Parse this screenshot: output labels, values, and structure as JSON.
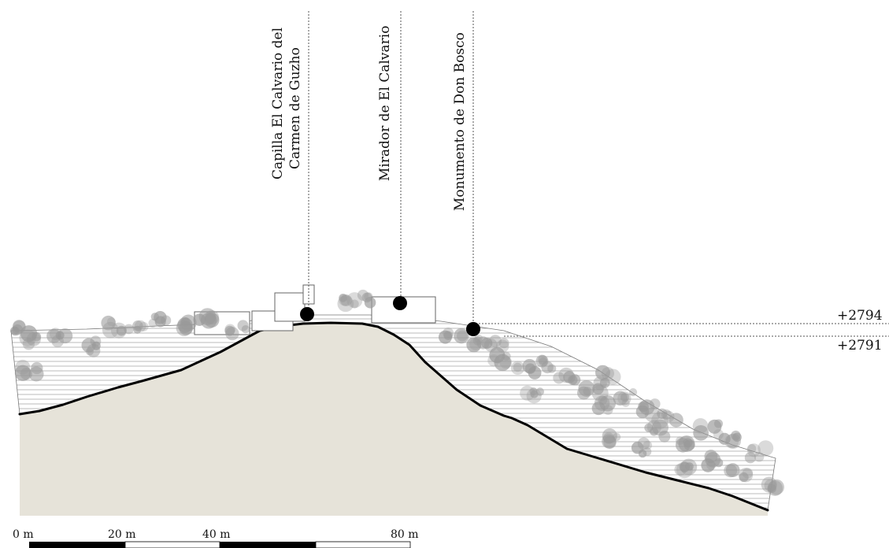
{
  "landmarks": [
    {
      "lines": [
        "Capilla El Calvario del",
        "Carmen de Guzho"
      ]
    },
    {
      "lines": [
        "Mirador de El Calvario"
      ]
    },
    {
      "lines": [
        "Monumento de Don Bosco"
      ]
    }
  ],
  "elevations": [
    "+2794",
    "+2791"
  ],
  "scale_bar": {
    "labels": [
      "0 m",
      "20 m",
      "40 m",
      "80 m"
    ]
  },
  "colors": {
    "ground_fill": "#e6e3d9",
    "ground_outline": "#000000",
    "hatch": "#8c8c8c",
    "tree": "#9a9a9a",
    "marker": "#000000"
  }
}
